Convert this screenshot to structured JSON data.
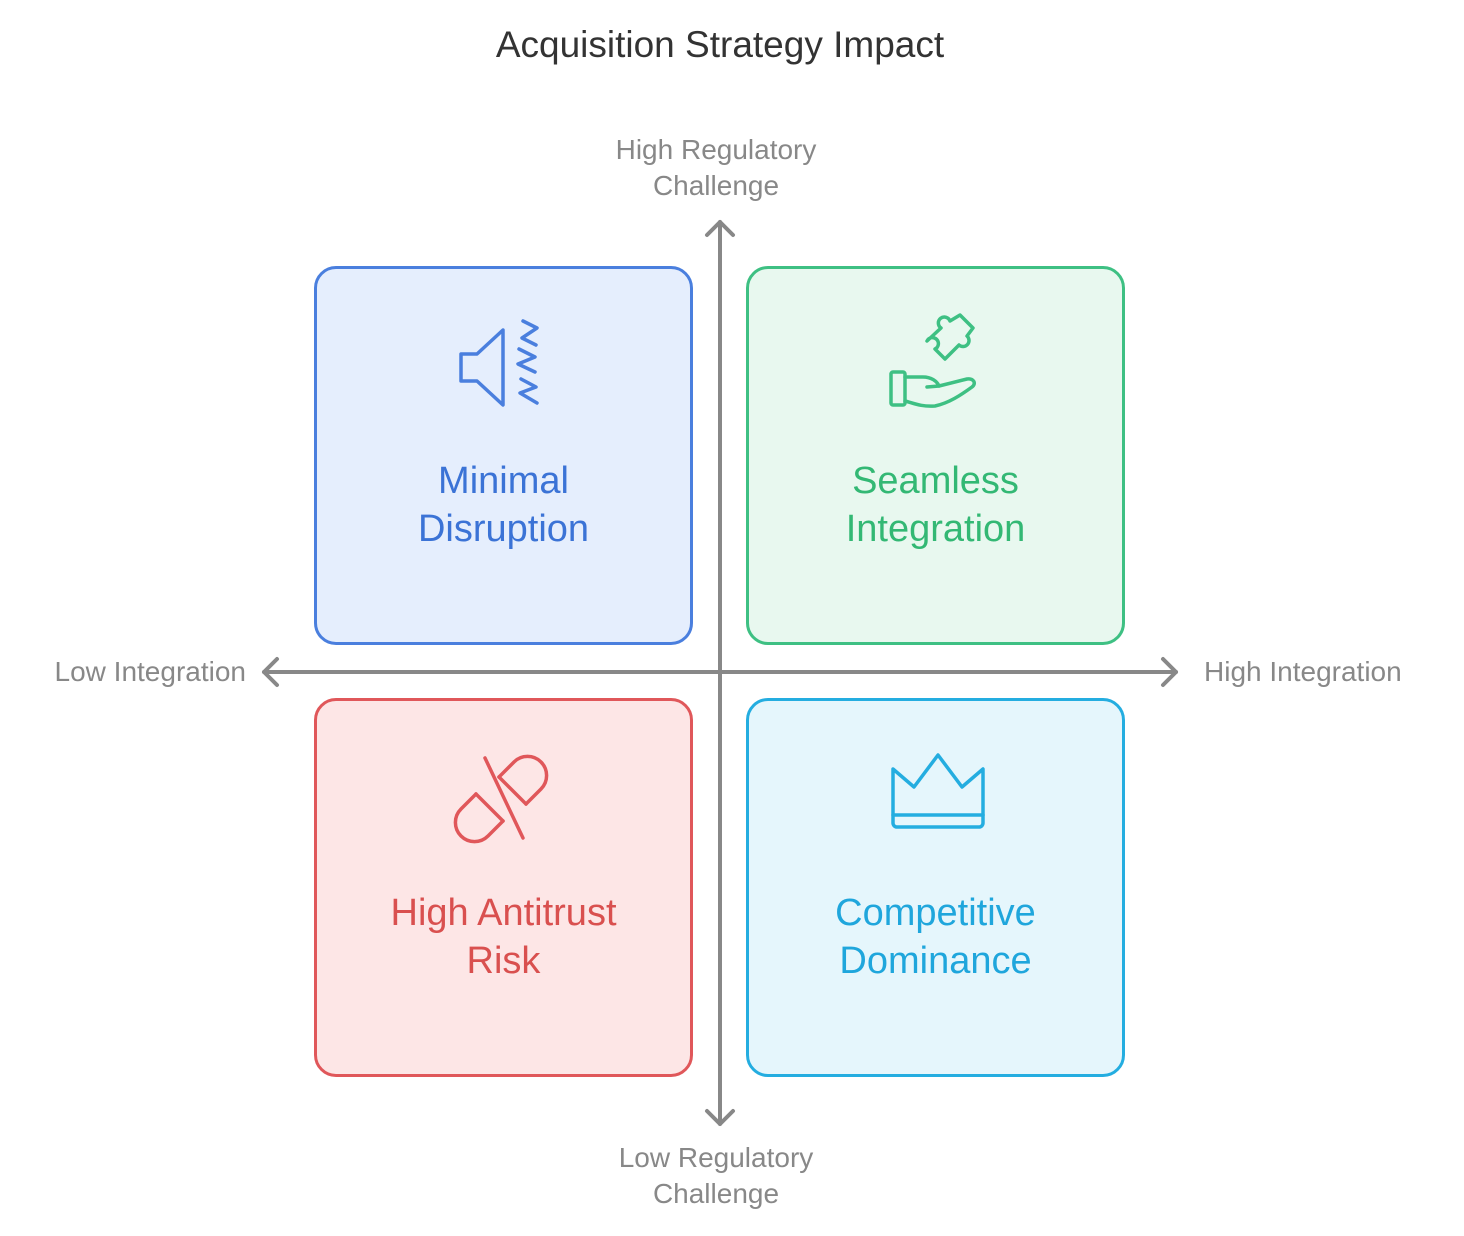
{
  "title": "Acquisition Strategy Impact",
  "axes": {
    "top": [
      "High Regulatory",
      "Challenge"
    ],
    "bottom": [
      "Low Regulatory",
      "Challenge"
    ],
    "left": "Low Integration",
    "right": "High Integration",
    "color": "#888888"
  },
  "quadrants": {
    "top_left": {
      "lines": [
        "Minimal",
        "Disruption"
      ],
      "icon": "speaker-noise-icon",
      "color": "#4a7fde",
      "background": "#e5eefd"
    },
    "top_right": {
      "lines": [
        "Seamless",
        "Integration"
      ],
      "icon": "hand-puzzle-icon",
      "color": "#3ec083",
      "background": "#e8f8ef"
    },
    "bottom_left": {
      "lines": [
        "High Antitrust",
        "Risk"
      ],
      "icon": "broken-pill-icon",
      "color": "#e0575a",
      "background": "#fde6e6"
    },
    "bottom_right": {
      "lines": [
        "Competitive",
        "Dominance"
      ],
      "icon": "crown-icon",
      "color": "#24ade0",
      "background": "#e5f6fc"
    }
  }
}
